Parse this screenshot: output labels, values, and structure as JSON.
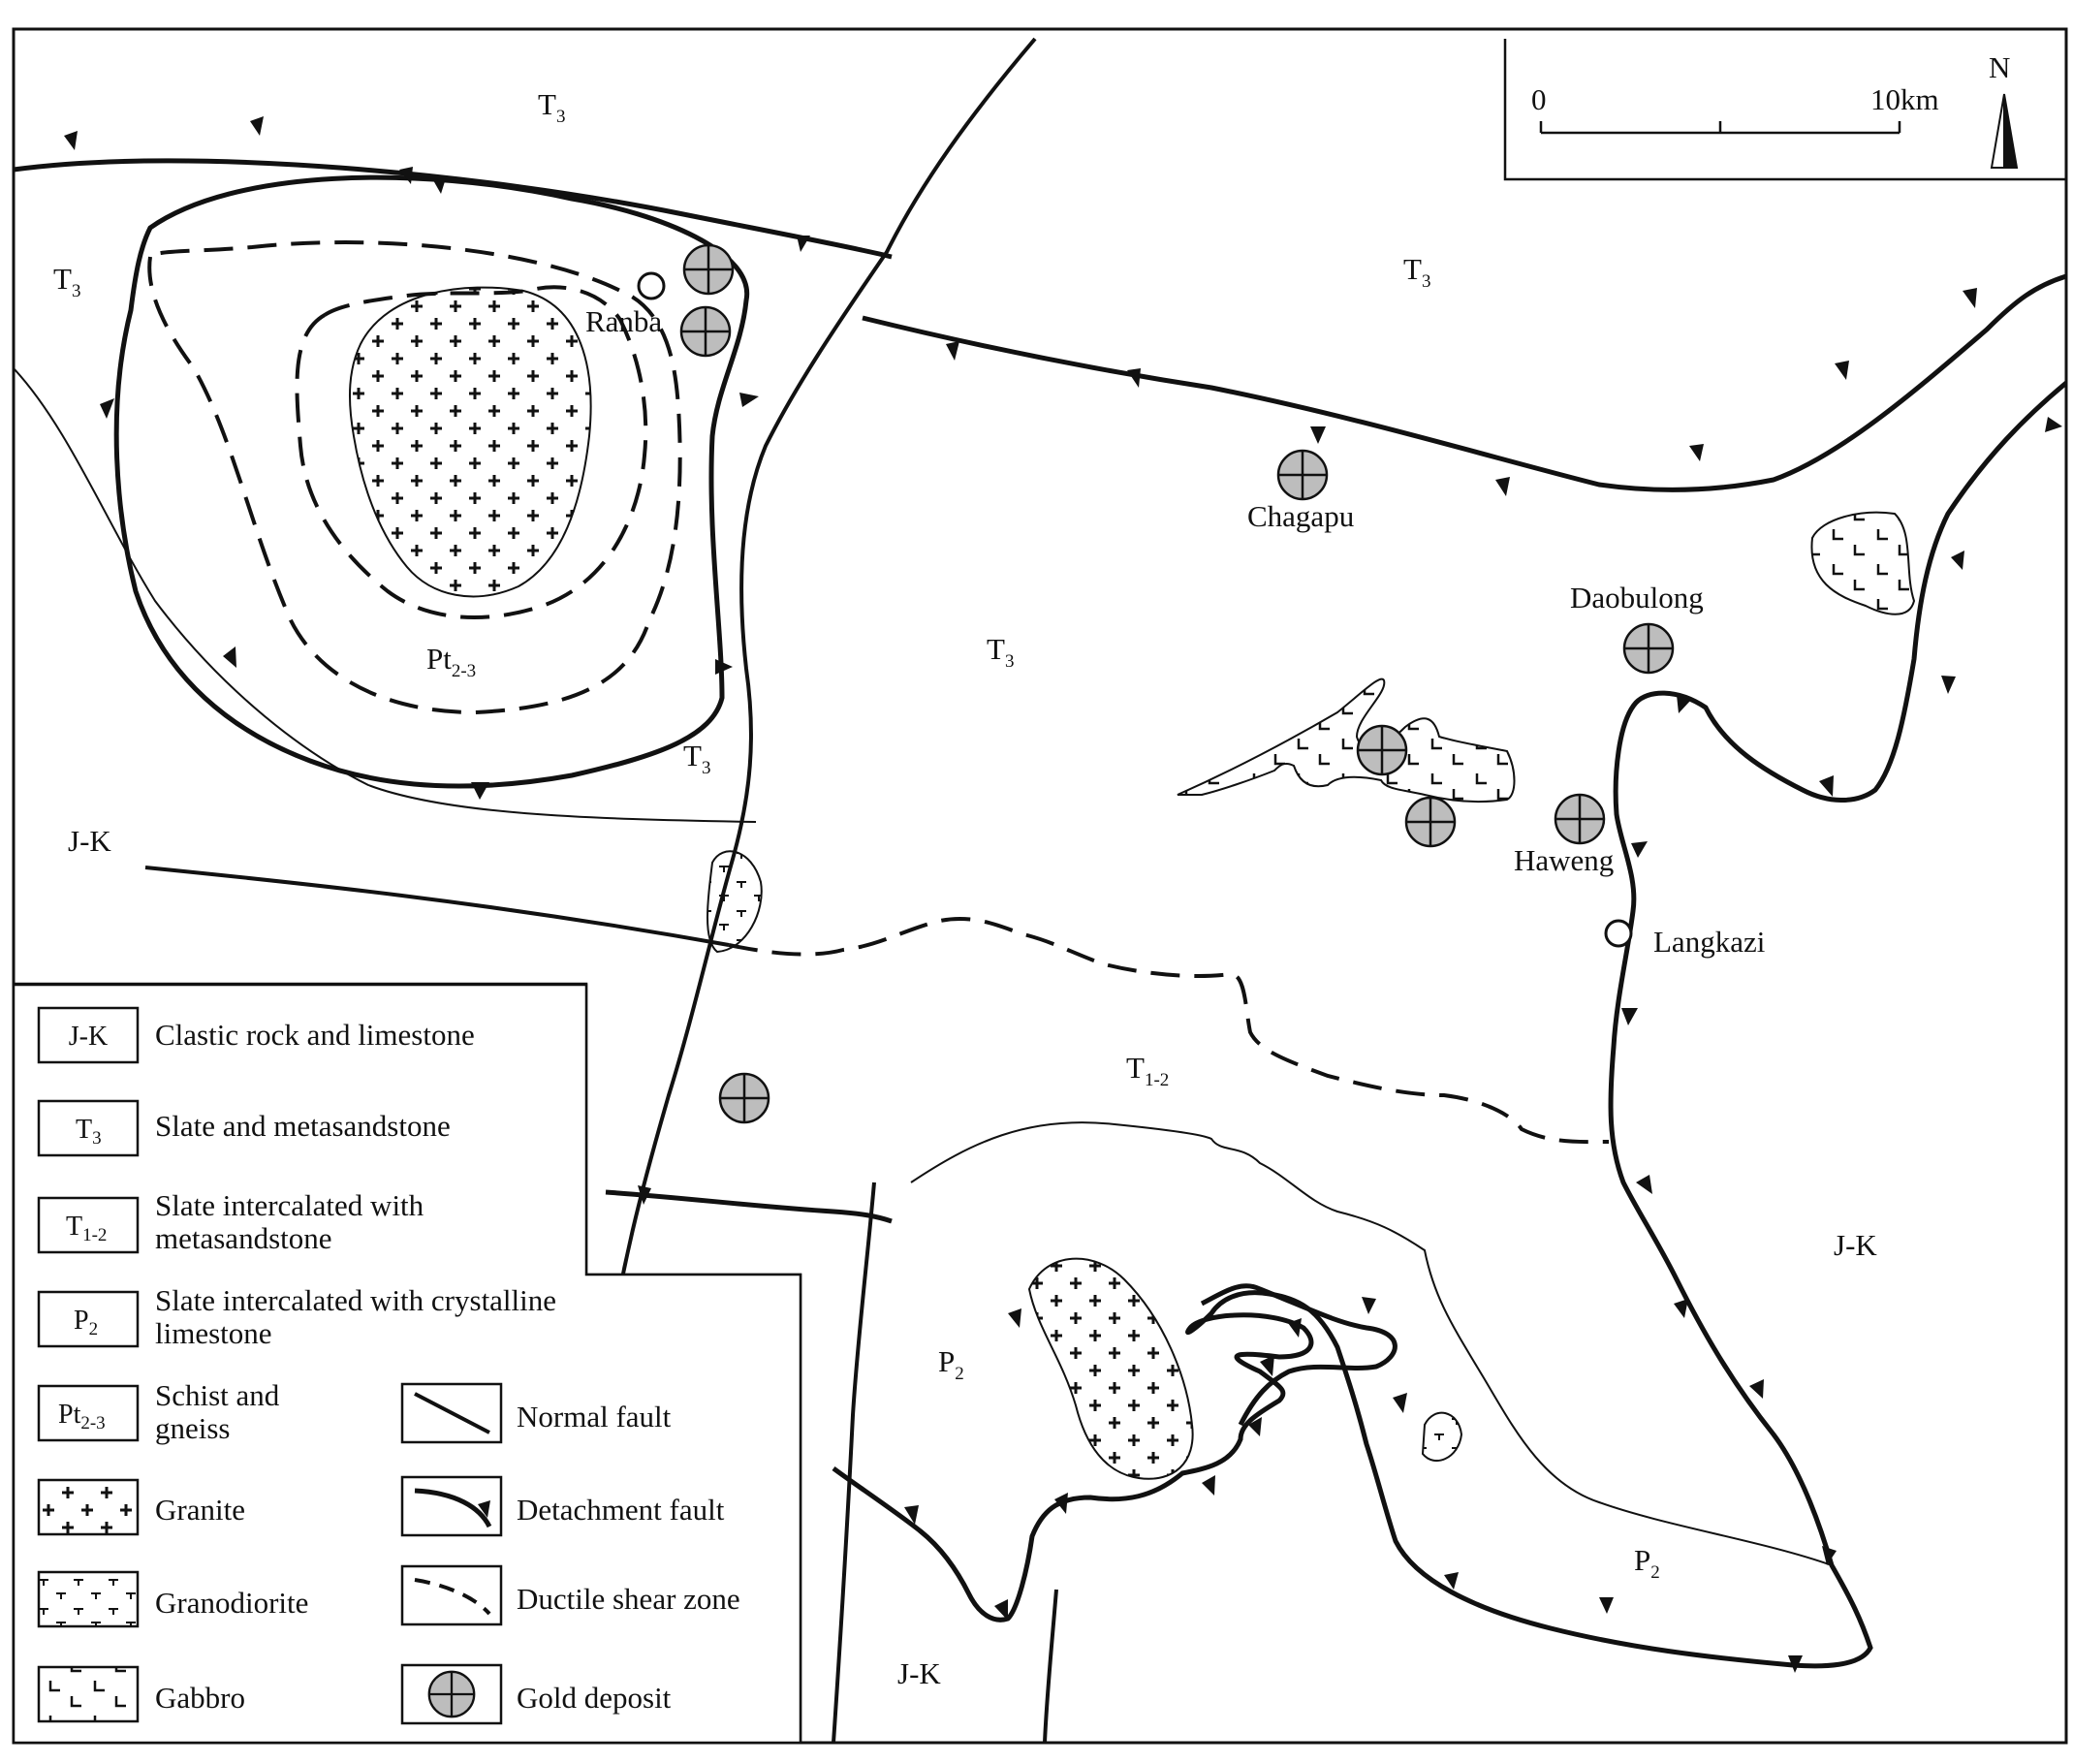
{
  "units": {
    "t3_top": {
      "main": "T",
      "sub": "3"
    },
    "t3_left": {
      "main": "T",
      "sub": "3"
    },
    "t3_ne": {
      "main": "T",
      "sub": "3"
    },
    "t3_center": {
      "main": "T",
      "sub": "3"
    },
    "t3_mid": {
      "main": "T",
      "sub": "3"
    },
    "pt": {
      "main": "Pt",
      "sub": "2-3"
    },
    "jk_west": {
      "main": "J-K",
      "sub": ""
    },
    "t12": {
      "main": "T",
      "sub": "1-2"
    },
    "jk_east": {
      "main": "J-K",
      "sub": ""
    },
    "p2_west": {
      "main": "P",
      "sub": "2"
    },
    "p2_south": {
      "main": "P",
      "sub": "2"
    },
    "jk_south": {
      "main": "J-K",
      "sub": ""
    }
  },
  "places": {
    "ranba": "Ranba",
    "chagapu": "Chagapu",
    "daobulong": "Daobulong",
    "haweng": "Haweng",
    "langkazi": "Langkazi"
  },
  "scale_bar": {
    "start": "0",
    "end": "10km"
  },
  "north_arrow": "N",
  "legend": {
    "lithology": [
      {
        "code": "J-K",
        "code_sub": "",
        "label": "Clastic rock and limestone"
      },
      {
        "code": "T",
        "code_sub": "3",
        "label": "Slate and metasandstone"
      },
      {
        "code": "T",
        "code_sub": "1-2",
        "label": "Slate intercalated with",
        "label2": "metasandstone"
      },
      {
        "code": "P",
        "code_sub": "2",
        "label": "Slate intercalated with crystalline",
        "label2": "limestone"
      },
      {
        "code": "Pt",
        "code_sub": "2-3",
        "label": "Schist and",
        "label2": "gneiss"
      },
      {
        "label": "Granite"
      },
      {
        "label": "Granodiorite"
      },
      {
        "label": "Gabbro"
      }
    ],
    "structures": [
      {
        "label": "Normal fault"
      },
      {
        "label": "Detachment fault"
      },
      {
        "label": "Ductile shear zone"
      },
      {
        "label": "Gold deposit"
      }
    ]
  }
}
